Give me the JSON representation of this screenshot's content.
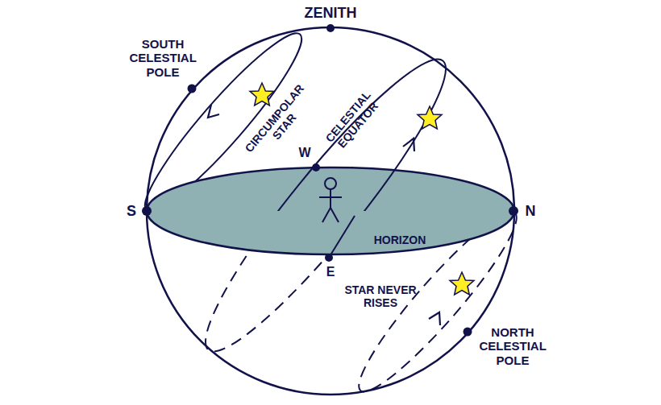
{
  "diagram": {
    "labels": [
      "ZENITH",
      "SOUTH CELESTIAL POLE",
      "CIRCUMPOLAR STAR",
      "W",
      "CELESTIAL EQUATOR",
      "S",
      "N",
      "HORIZON",
      "E",
      "STAR NEVER RISES",
      "NORTH CELESTIAL POLE"
    ]
  }
}
